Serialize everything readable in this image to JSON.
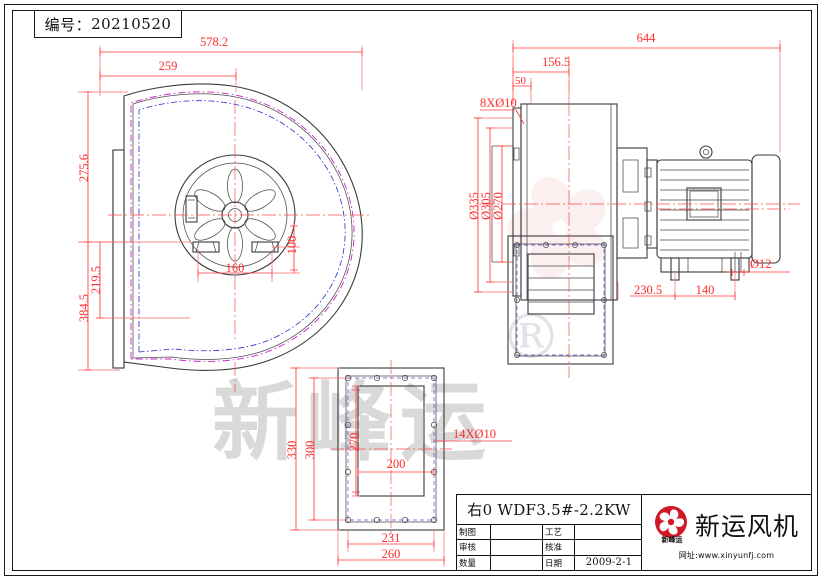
{
  "sheet": {
    "drawing_number_label": "编号：",
    "drawing_number": "20210520"
  },
  "dimensions": {
    "front_view": {
      "overall_width": "578.2",
      "inlet_offset": "259",
      "height_upper": "275.6",
      "height_mid": "219.5",
      "height_total": "384.5",
      "mount_span": "160",
      "mount_height": "100"
    },
    "side_view": {
      "overall_length": "644",
      "housing_width": "156.5",
      "flange_offset": "50",
      "bolt_note": "8XØ10",
      "flange_outer_dia": "Ø335",
      "bolt_circle_dia": "Ø305",
      "inlet_dia": "Ø270",
      "motor_base_a": "230.5",
      "motor_base_b": "140",
      "shaft_dia": "Ø12"
    },
    "bottom_view": {
      "outlet_outer_h": "330",
      "outlet_bolt_h": "300",
      "outlet_inner_h": "270",
      "outlet_inner_w": "200",
      "outlet_bolt_w": "231",
      "outlet_outer_w": "260",
      "bolt_note": "14XØ10"
    }
  },
  "title_block": {
    "model": "右0 WDF3.5#-2.2KW",
    "rows": [
      {
        "label": "制图",
        "value": "",
        "label2": "工艺",
        "value2": ""
      },
      {
        "label": "审核",
        "value": "",
        "label2": "核准",
        "value2": ""
      },
      {
        "label": "数量",
        "value": "",
        "label2": "日期",
        "value2": "2009-2-1"
      }
    ]
  },
  "branding": {
    "company": "新运风机",
    "logo_sub": "新峰运",
    "website": "网址:www.xinyunfj.com",
    "watermark_text": "新峰运",
    "watermark_mark": "®",
    "logo_color": "#d01826"
  }
}
